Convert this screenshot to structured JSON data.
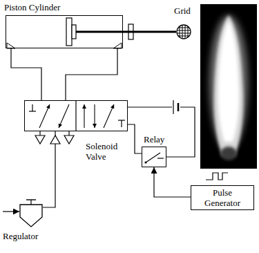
{
  "diagram": {
    "nodes": [
      {
        "text": [
          "Piston Cylinder"
        ]
      },
      {
        "text": [
          "Grid"
        ]
      },
      {
        "text": [
          "Solenoid Valve"
        ]
      },
      {
        "text": [
          "Relay"
        ]
      },
      {
        "text": [
          "Pulse Generator"
        ]
      },
      {
        "text": [
          "Regulator"
        ]
      }
    ],
    "edges": [
      {
        "from": 0,
        "to": 1,
        "arrow": "none"
      },
      {
        "from": 2,
        "to": 0,
        "arrow": "none"
      },
      {
        "from": 2,
        "to": 0,
        "arrow": "none"
      },
      {
        "from": 2,
        "to": 3,
        "arrow": "none"
      },
      {
        "from": 2,
        "to": 3,
        "arrow": "none"
      },
      {
        "from": 4,
        "to": 3,
        "arrow": "to"
      },
      {
        "from": 5,
        "to": 2,
        "arrow": "none"
      }
    ]
  }
}
